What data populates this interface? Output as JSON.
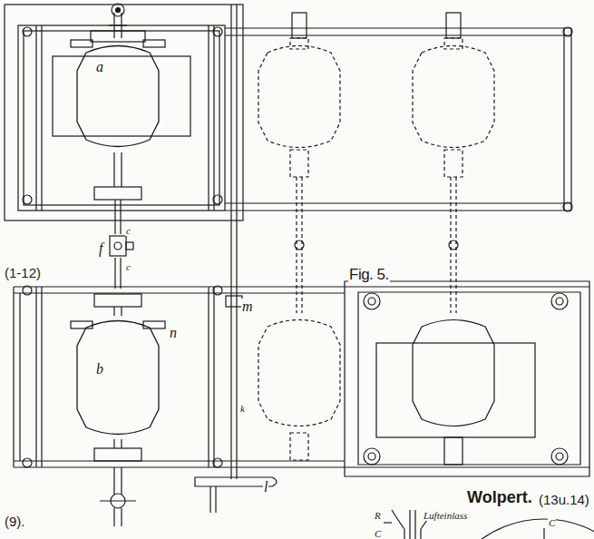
{
  "diagram": {
    "nodes": [
      {
        "text": [
          "a"
        ]
      },
      {
        "text": [
          "b"
        ]
      }
    ],
    "labels": [
      "(1-12)",
      "c",
      "f",
      "c",
      "Fig. 5.",
      "n",
      "m",
      "k",
      "l",
      "(9).",
      "Wolpert.",
      "(13u.14)",
      "R",
      "Lufteinlass",
      "C",
      "C"
    ]
  }
}
